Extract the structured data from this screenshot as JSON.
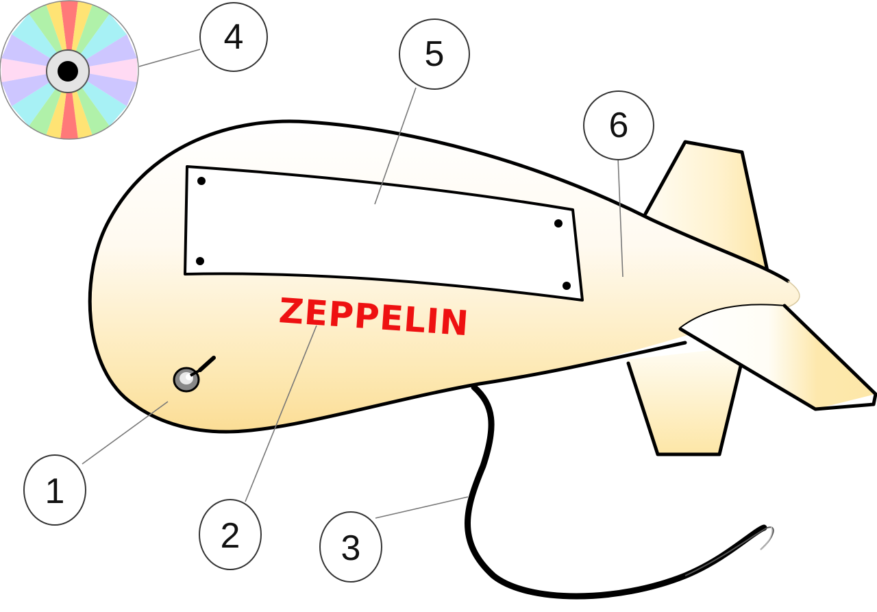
{
  "diagram": {
    "subject": "Zeppelin blimp component diagram",
    "body_label": "ZEPPELIN",
    "colors": {
      "body_fill_light": "#fffdf3",
      "body_fill_dark": "#fde39f",
      "label_red": "#ee1111",
      "outline": "#000000",
      "callout_line": "#777777"
    },
    "callouts": [
      {
        "number": "1",
        "target": "switch"
      },
      {
        "number": "2",
        "target": "zeppelin-label"
      },
      {
        "number": "3",
        "target": "cable"
      },
      {
        "number": "4",
        "target": "cd-disc"
      },
      {
        "number": "5",
        "target": "panel"
      },
      {
        "number": "6",
        "target": "tail-section"
      }
    ]
  }
}
